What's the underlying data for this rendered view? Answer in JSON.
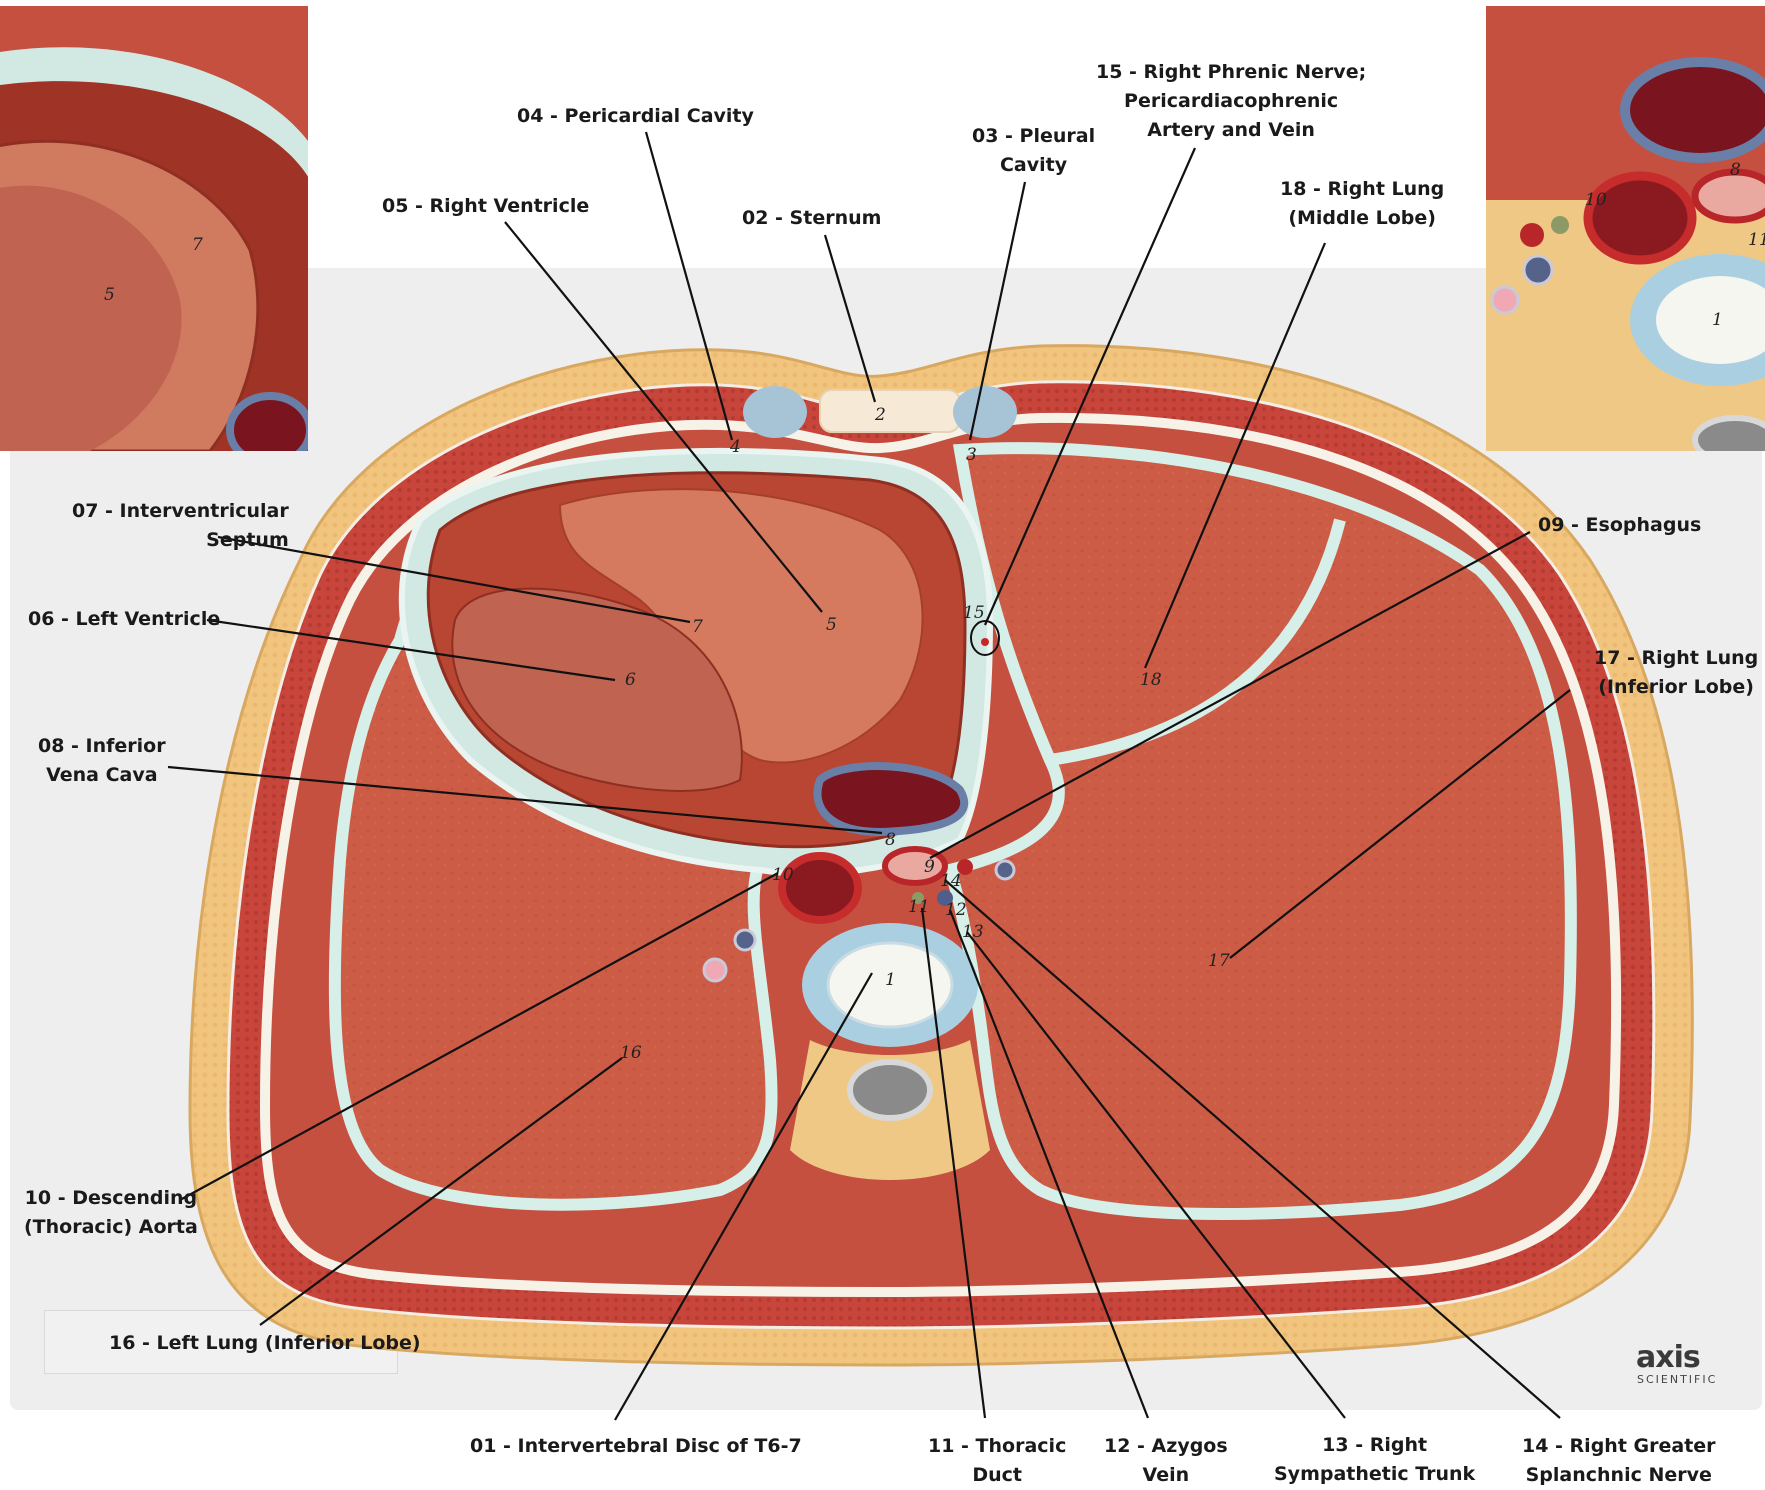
{
  "labels": {
    "l01": "01 - Intervertebral Disc of T6-7",
    "l02": "02 - Sternum",
    "l03": "03 - Pleural\nCavity",
    "l04": "04 - Pericardial Cavity",
    "l05": "05 - Right Ventricle",
    "l06": "06 - Left Ventricle",
    "l07": "07 - Interventricular\nSeptum",
    "l08": "08 - Inferior\nVena Cava",
    "l09": "09 - Esophagus",
    "l10": "10 - Descending\n(Thoracic) Aorta",
    "l11": "11 - Thoracic\nDuct",
    "l12": "12 - Azygos\nVein",
    "l13": "13 - Right\nSympathetic Trunk",
    "l14": "14 - Right Greater\nSplanchnic Nerve",
    "l15": "15 - Right Phrenic Nerve;\nPericardiacophrenic\nArtery and Vein",
    "l16": "16 - Left Lung (Inferior Lobe)",
    "l17": "17 - Right Lung\n(Inferior Lobe)",
    "l18": "18 - Right Lung\n(Middle Lobe)"
  },
  "model_numbers": [
    "1",
    "2",
    "3",
    "4",
    "5",
    "6",
    "7",
    "8",
    "9",
    "10",
    "11",
    "12",
    "13",
    "14",
    "15",
    "16",
    "17",
    "18"
  ],
  "inset_numbers": {
    "left": [
      "7",
      "5"
    ],
    "right": [
      "8",
      "10",
      "11",
      "1"
    ]
  },
  "logo": {
    "word": "axis",
    "sub": "SCIENTIFIC"
  },
  "colors": {
    "muscle": "#c9483a",
    "lung": "#c95a44",
    "fat": "#f0c27a",
    "pleura": "#cfe9e4",
    "heart": "#b84a35",
    "board": "#f1f1f1"
  }
}
